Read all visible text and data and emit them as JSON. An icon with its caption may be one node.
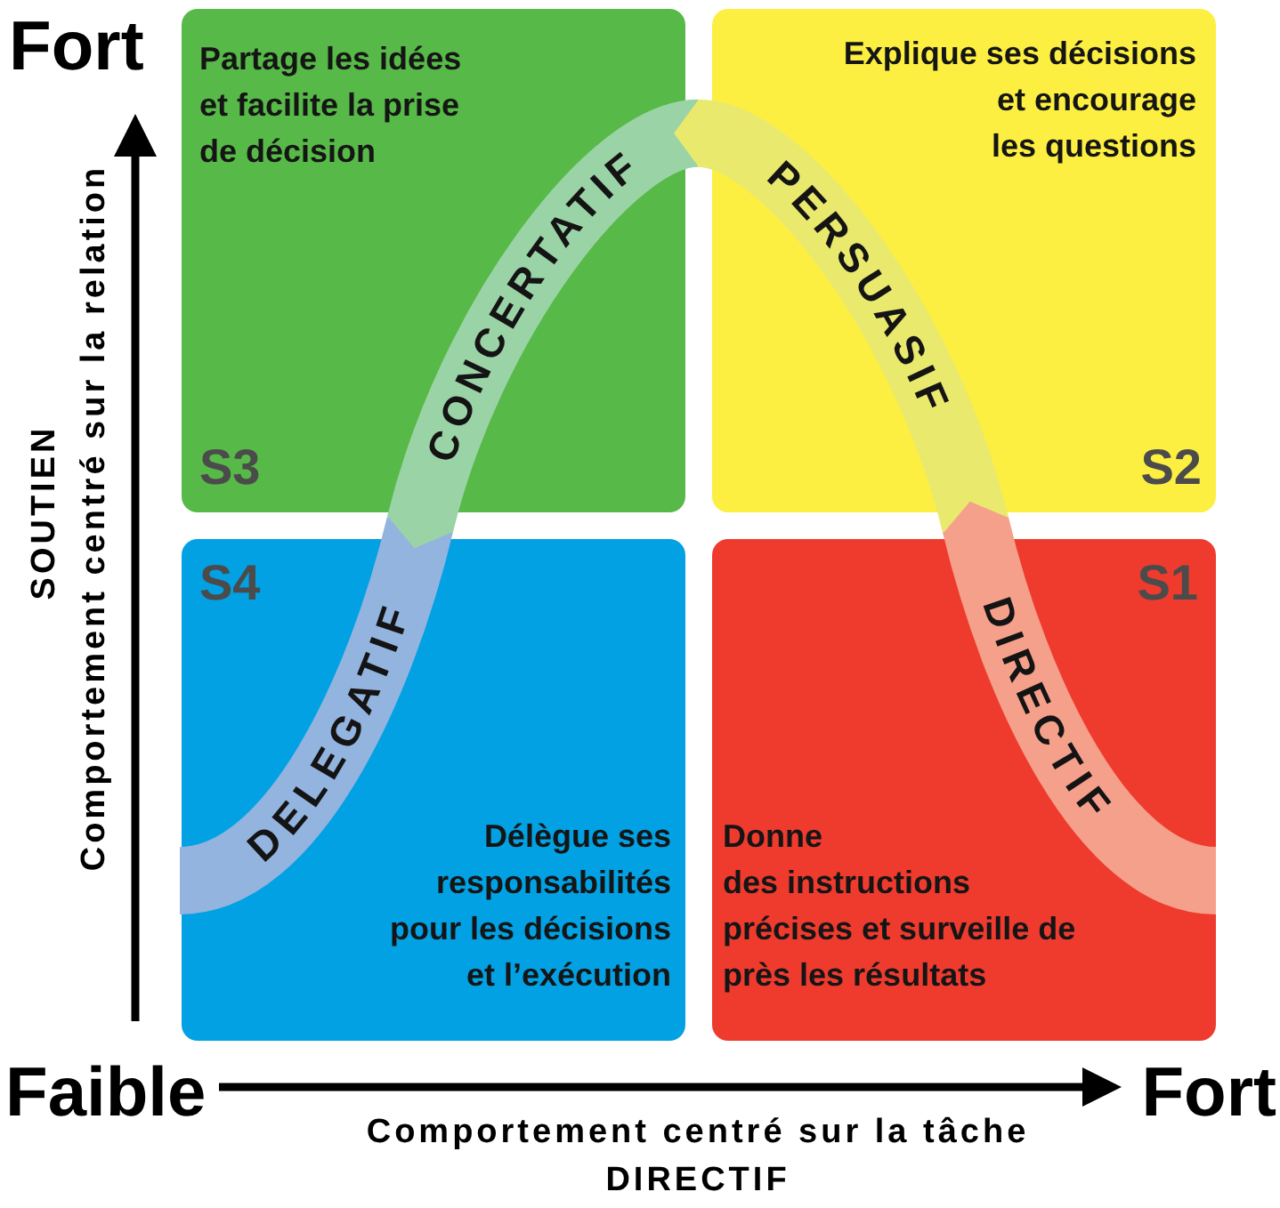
{
  "diagram": {
    "nodes": [
      {
        "text": [
          "Partage les idées et facilite la prise de décision",
          "S3"
        ]
      },
      {
        "text": [
          "Explique ses décisions et encourage les questions",
          "S2"
        ]
      },
      {
        "text": [
          "S4",
          "Délègue ses responsabilités pour les décisions et l’exécution"
        ]
      },
      {
        "text": [
          "S1",
          "Donne des instructions précises et surveille de près les résultats"
        ]
      }
    ],
    "edges": [
      {
        "from": 3,
        "to": 1,
        "arrow": "to",
        "label": "DIRECTIF",
        "color": "#f5a08b"
      },
      {
        "from": 1,
        "to": 0,
        "arrow": "to",
        "label": "PERSUASIF",
        "color": "#e9e96e"
      },
      {
        "from": 0,
        "to": 2,
        "arrow": "to",
        "label": "CONCERTATIF",
        "color": "#9ad3a5"
      },
      {
        "from": 2,
        "to": null,
        "arrow": "none",
        "label": "DELEGATIF",
        "color": "#93b4df"
      }
    ],
    "labels": [
      "Fort",
      "SOUTIEN",
      "Comportement centré sur la relation",
      "Faible",
      "Fort",
      "Comportement centré sur la tâche",
      "DIRECTIF"
    ]
  }
}
